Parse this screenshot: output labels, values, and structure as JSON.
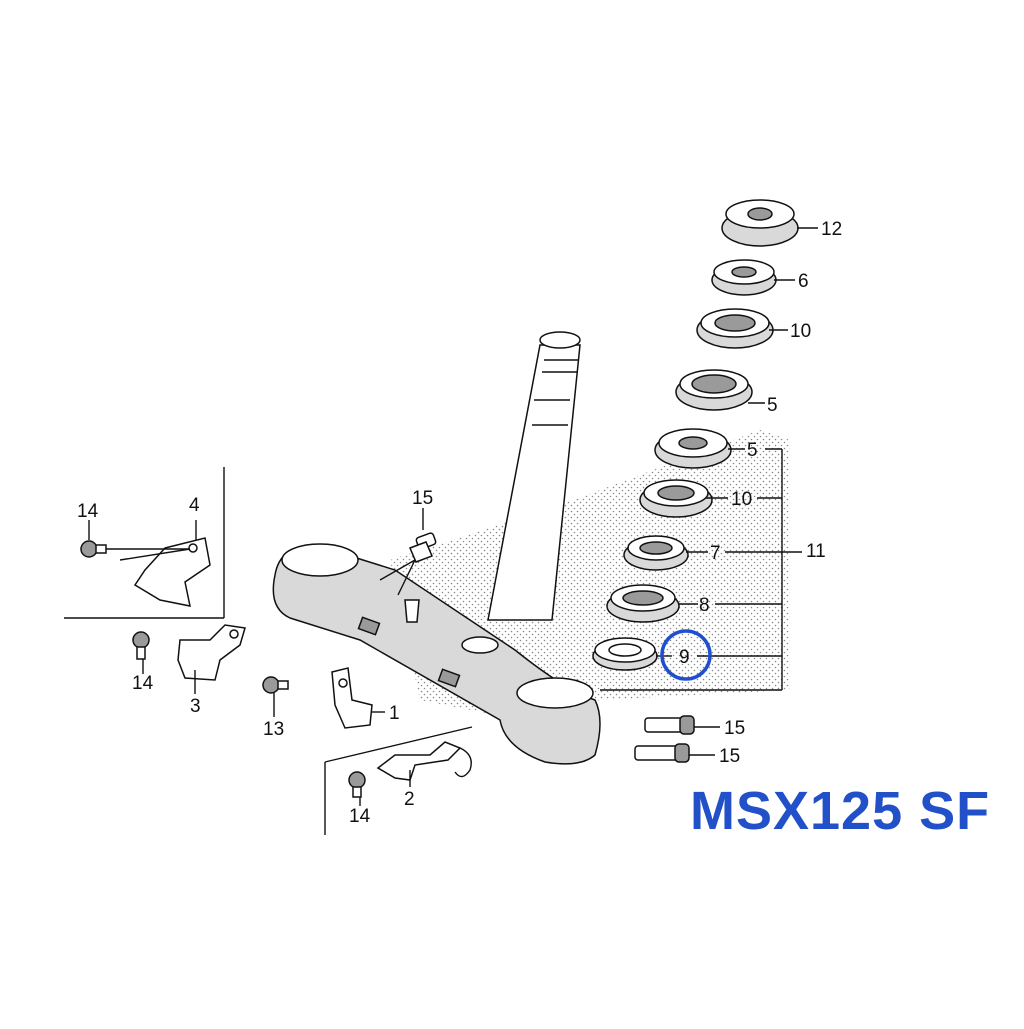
{
  "diagram": {
    "title": "MSX125 SF",
    "highlight_color": "#1f4fd0",
    "title_color": "#2150c8",
    "labels": {
      "p1": "1",
      "p2": "2",
      "p3": "3",
      "p4": "4",
      "p5a": "5",
      "p5b": "5",
      "p6": "6",
      "p7": "7",
      "p8": "8",
      "p9": "9",
      "p10a": "10",
      "p10b": "10",
      "p11": "11",
      "p12": "12",
      "p13": "13",
      "p14a": "14",
      "p14b": "14",
      "p14c": "14",
      "p15a": "15",
      "p15b": "15",
      "p15c": "15"
    }
  }
}
